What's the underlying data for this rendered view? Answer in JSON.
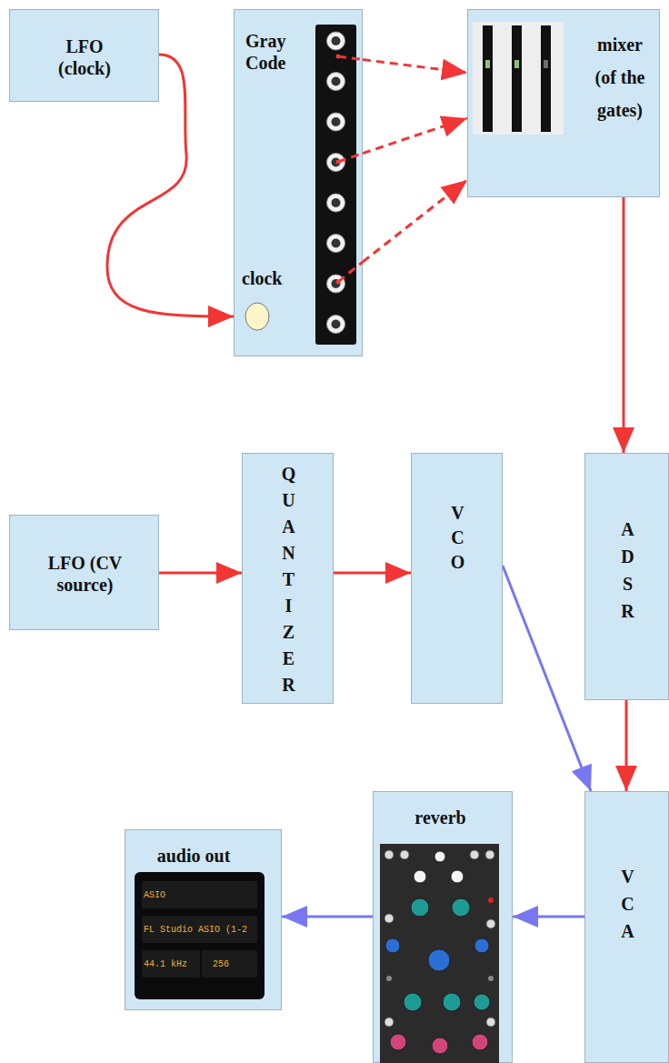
{
  "diagram": {
    "nodes": [
      {
        "text": [
          "LFO (clock)"
        ]
      },
      {
        "text": [
          "Gray Code",
          "clock"
        ]
      },
      {
        "text": [
          "mixer (of the gates)"
        ]
      },
      {
        "text": [
          "LFO (CV source)"
        ]
      },
      {
        "text": [
          "QUANTIZER"
        ]
      },
      {
        "text": [
          "VCO"
        ]
      },
      {
        "text": [
          "ADSR"
        ]
      },
      {
        "text": [
          "reverb"
        ]
      },
      {
        "text": [
          "audio out",
          "ASIO",
          "FL Studio ASIO (1-2",
          "44.1 kHz",
          "256"
        ]
      },
      {
        "text": [
          "VCA"
        ]
      }
    ],
    "edges": [
      {
        "from": 0,
        "to": 1,
        "arrow": "to"
      },
      {
        "from": 1,
        "to": 2,
        "arrow": "to"
      },
      {
        "from": 1,
        "to": 2,
        "arrow": "to"
      },
      {
        "from": 1,
        "to": 2,
        "arrow": "to"
      },
      {
        "from": 2,
        "to": 6,
        "arrow": "to"
      },
      {
        "from": 3,
        "to": 4,
        "arrow": "to"
      },
      {
        "from": 4,
        "to": 5,
        "arrow": "to"
      },
      {
        "from": 5,
        "to": 9,
        "arrow": "to"
      },
      {
        "from": 6,
        "to": 9,
        "arrow": "to"
      },
      {
        "from": 9,
        "to": 7,
        "arrow": "to"
      },
      {
        "from": 7,
        "to": 8,
        "arrow": "to"
      }
    ]
  }
}
